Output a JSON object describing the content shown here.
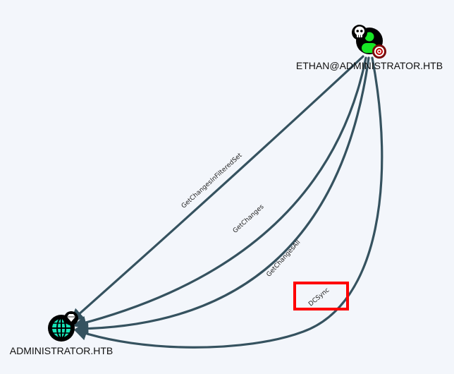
{
  "graph": {
    "nodes": {
      "user": {
        "label": "ETHAN@ADMINISTRATOR.HTB",
        "type": "User",
        "badges": [
          "skull-icon",
          "target-icon"
        ],
        "color": "#17e625"
      },
      "domain": {
        "label": "ADMINISTRATOR.HTB",
        "type": "Domain",
        "badges": [
          "gem-icon"
        ],
        "color": "#17e6b9"
      }
    },
    "edges": [
      {
        "label": "GetChangesInFilteredSet",
        "from": "user",
        "to": "domain"
      },
      {
        "label": "GetChanges",
        "from": "user",
        "to": "domain"
      },
      {
        "label": "GetChangesAll",
        "from": "user",
        "to": "domain"
      },
      {
        "label": "DCSync",
        "from": "user",
        "to": "domain",
        "highlighted": true
      }
    ],
    "colors": {
      "edge": "#35525f",
      "highlight": "#ff0000",
      "background": "#f3f6fb"
    }
  }
}
